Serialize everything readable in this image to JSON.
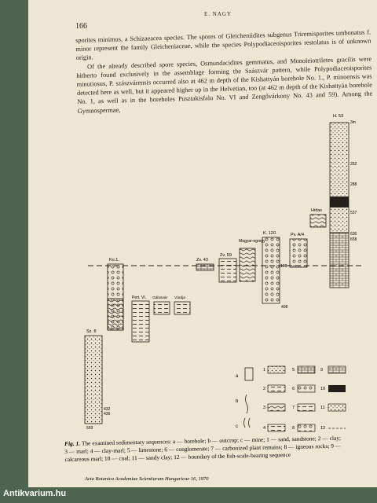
{
  "page": {
    "number": "166",
    "running_title": "E. NAGY",
    "paragraph1": "sporites minimus, a Schizaeacea species. The spores of Gleicheniidites subgenus Triremisporites umbonatus f. minor represent the family Gleicheniaceae, while the species Polypodiaceoisporites restolatus is of unknown origin.",
    "paragraph2": "Of the already described spore species, Osmundacidites gemmatus, and Monoleiotriletes gracilis were hitherto found exclusively in the assemblage forming the Szászvár pattern, while Polypodiaceoisporites minutiosus, P. szászvárensis occurred also at 462 m depth of the Kishattyán borehole No. 1., P. minoensis was detected here as well, but it appeared higher up in the Helvetian, too (at 462 m depth of the Kishattyán borehole No. 1, as well as in the boreholes Pusztakisfalu No. VI and Zengővárkony No. 43 and 59). Among the Gymnospermae,"
  },
  "figure": {
    "column_labels": [
      "Sz. 8",
      "Ko.1.",
      "Pert. VI.",
      "Gálosvár",
      "Várdja",
      "Zv. 43",
      "Zv. 59",
      "Magyar-egregy",
      "K. 120.",
      "Pv. A/4",
      "Hidas",
      "H. 53"
    ],
    "depth_labels": {
      "sz8_a": "432",
      "sz8_b": "436",
      "sz8_c": "559",
      "k120_a": "108",
      "k120_b": "408",
      "h53_top": "3m",
      "h53_a": "252",
      "h53_b": "288",
      "h53_c": "537",
      "h53_d": "636",
      "h53_e": "658"
    },
    "legend": {
      "type_labels": [
        "a",
        "b",
        "c"
      ],
      "numbers": [
        "1",
        "2",
        "3",
        "4",
        "5",
        "6",
        "7",
        "8",
        "9",
        "10",
        "11",
        "12"
      ]
    }
  },
  "caption": {
    "label": "Fig. 1.",
    "text": "The examined sedimentary sequences: a — borehole; b — outcrop; c — mine; 1 — sand, sandstone; 2 — clay; 3 — marl; 4 — clay-marl; 5 — limestone; 6 — conglomerate; 7 — carbonized plant remains; 8 — igneous rocks; 9 — calcareous marl; 10 — coal; 11 — sandy clay; 12 — boundary of the fish-scale-bearing sequence"
  },
  "journal_line": "Acta Botanica Academiae Scientiarum Hungaricae 16, 1970",
  "watermark": "Antikvarium.hu",
  "colors": {
    "paper": "#ece6d3",
    "background": "#4f6552",
    "ink": "#231f1a"
  }
}
